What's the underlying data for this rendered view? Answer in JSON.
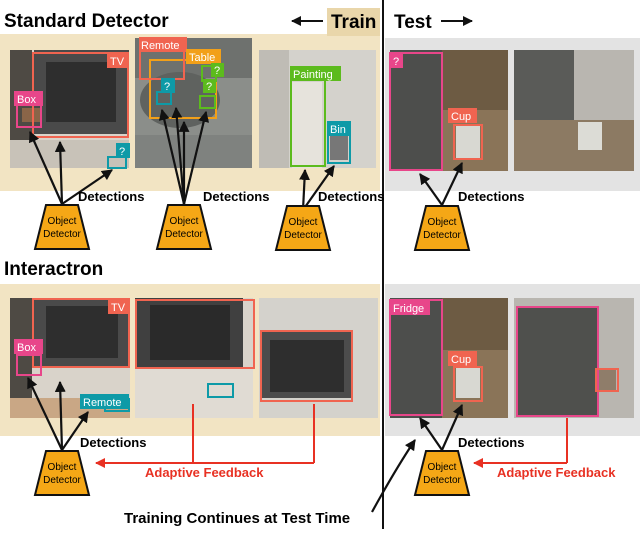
{
  "headings": {
    "standard_detector": "Standard Detector",
    "train": "Train",
    "test": "Test",
    "interactron": "Interactron"
  },
  "detector_label": [
    "Object",
    "Detector"
  ],
  "texts": {
    "detections": "Detections",
    "adaptive_feedback": "Adaptive Feedback",
    "training_continues": "Training Continues at Test Time"
  },
  "labels": {
    "tv": "TV",
    "box": "Box",
    "question": "?",
    "remote": "Remote",
    "table": "Table",
    "painting": "Painting",
    "bin": "Bin",
    "cup": "Cup",
    "fridge": "Fridge"
  },
  "colors": {
    "train_panel": "#f2e4c3",
    "train_tab": "#e9d6aa",
    "test_panel": "#e3e3e3",
    "detector": "#f5a716",
    "salmon": "#f06450",
    "pink": "#e8468a",
    "teal": "#0e9aa7",
    "orange": "#f2a019",
    "green": "#5cbb1d",
    "adaptive_red": "#e83123"
  }
}
